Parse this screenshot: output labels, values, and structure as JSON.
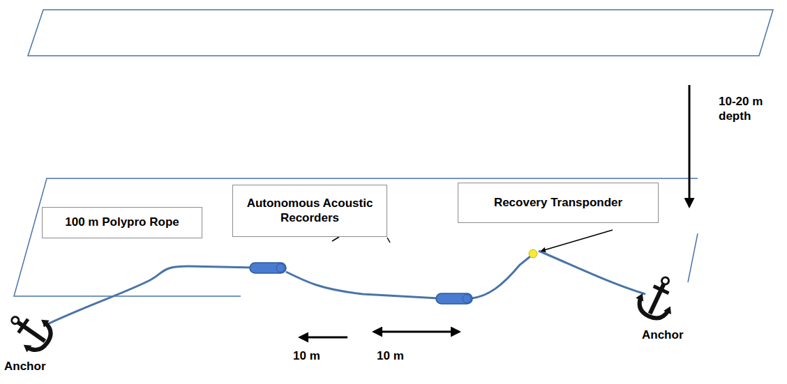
{
  "diagram": {
    "nodes": [
      {
        "text": [
          "100 m Polypro Rope"
        ]
      },
      {
        "text": [
          "Autonomous Acoustic Recorders"
        ]
      },
      {
        "text": [
          "Recovery Transponder"
        ]
      }
    ],
    "labels": [
      "10-20 m depth",
      "10 m",
      "10 m",
      "Anchor",
      "Anchor"
    ]
  }
}
